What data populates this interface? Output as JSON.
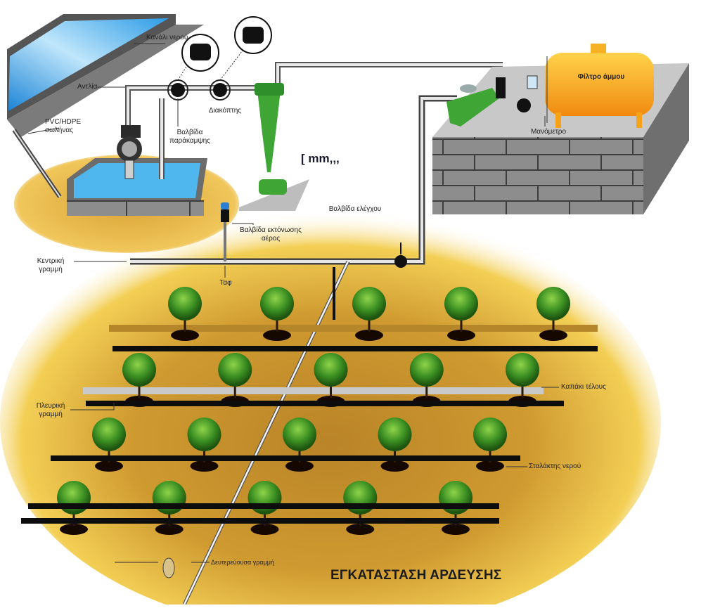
{
  "diagram": {
    "title": "ΕΓΚΑΤΑΣΤΑΣΗ ΑΡΔΕΥΣΗΣ",
    "stray_text": "[ mm,,,",
    "colors": {
      "soil": "#c9962e",
      "soil_light": "#f2c94c",
      "water": "#3aa7e6",
      "filter_green": "#3fa535",
      "tank_orange": "#f6a21a",
      "brick_gray": "#8a8a8a",
      "pipe_black": "#111111",
      "tree_green": "#2f7d1c"
    },
    "labels": {
      "channel": "Κανάλι νερού",
      "pump": "Αντλία",
      "pvc_hose": "PVC/HDPE σωλήνας",
      "bypass_valve": "Βαλβίδα παράκαμψης",
      "switch": "Διακόπτης",
      "air_release_valve": "Βαλβίδα εκτόνωσης αέρος",
      "control_valve": "Βαλβίδα ελέγχου",
      "main_line": "Κεντρική γραμμή",
      "tee": "Ταφ",
      "fertilizer_tank": "Φίλτρο άμμου",
      "manometer": "Μανόμετρο",
      "end_cap": "Καπάκι τέλους",
      "lateral_line": "Πλευρική γραμμή",
      "dripper": "Σταλάκτης νερού",
      "submain_line": "Δευτερεύουσα γραμμή"
    },
    "field": {
      "rows": [
        {
          "trees": 5
        },
        {
          "trees": 5
        },
        {
          "trees": 5
        },
        {
          "trees": 5
        }
      ]
    }
  }
}
